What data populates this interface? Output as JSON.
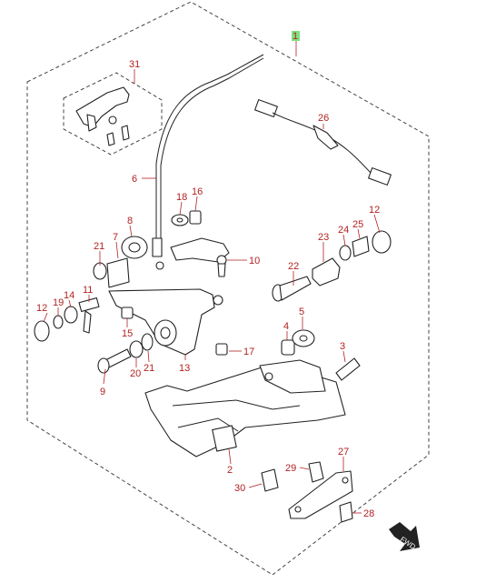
{
  "diagram": {
    "callouts": {
      "c1": "1",
      "c2": "2",
      "c3": "3",
      "c4": "4",
      "c5": "5",
      "c6": "6",
      "c7": "7",
      "c8": "8",
      "c9": "9",
      "c10": "10",
      "c11": "11",
      "c12a": "12",
      "c12b": "12",
      "c13": "13",
      "c14": "14",
      "c15": "15",
      "c16": "16",
      "c17": "17",
      "c18": "18",
      "c19": "19",
      "c20": "20",
      "c21a": "21",
      "c21b": "21",
      "c22": "22",
      "c23": "23",
      "c24": "24",
      "c25": "25",
      "c26": "26",
      "c27": "27",
      "c28": "28",
      "c29": "29",
      "c30": "30",
      "c31": "31"
    },
    "fwd_label": "FWD",
    "colors": {
      "callout": "#b22222",
      "highlight": "#7fe07f",
      "line": "#222222"
    }
  }
}
